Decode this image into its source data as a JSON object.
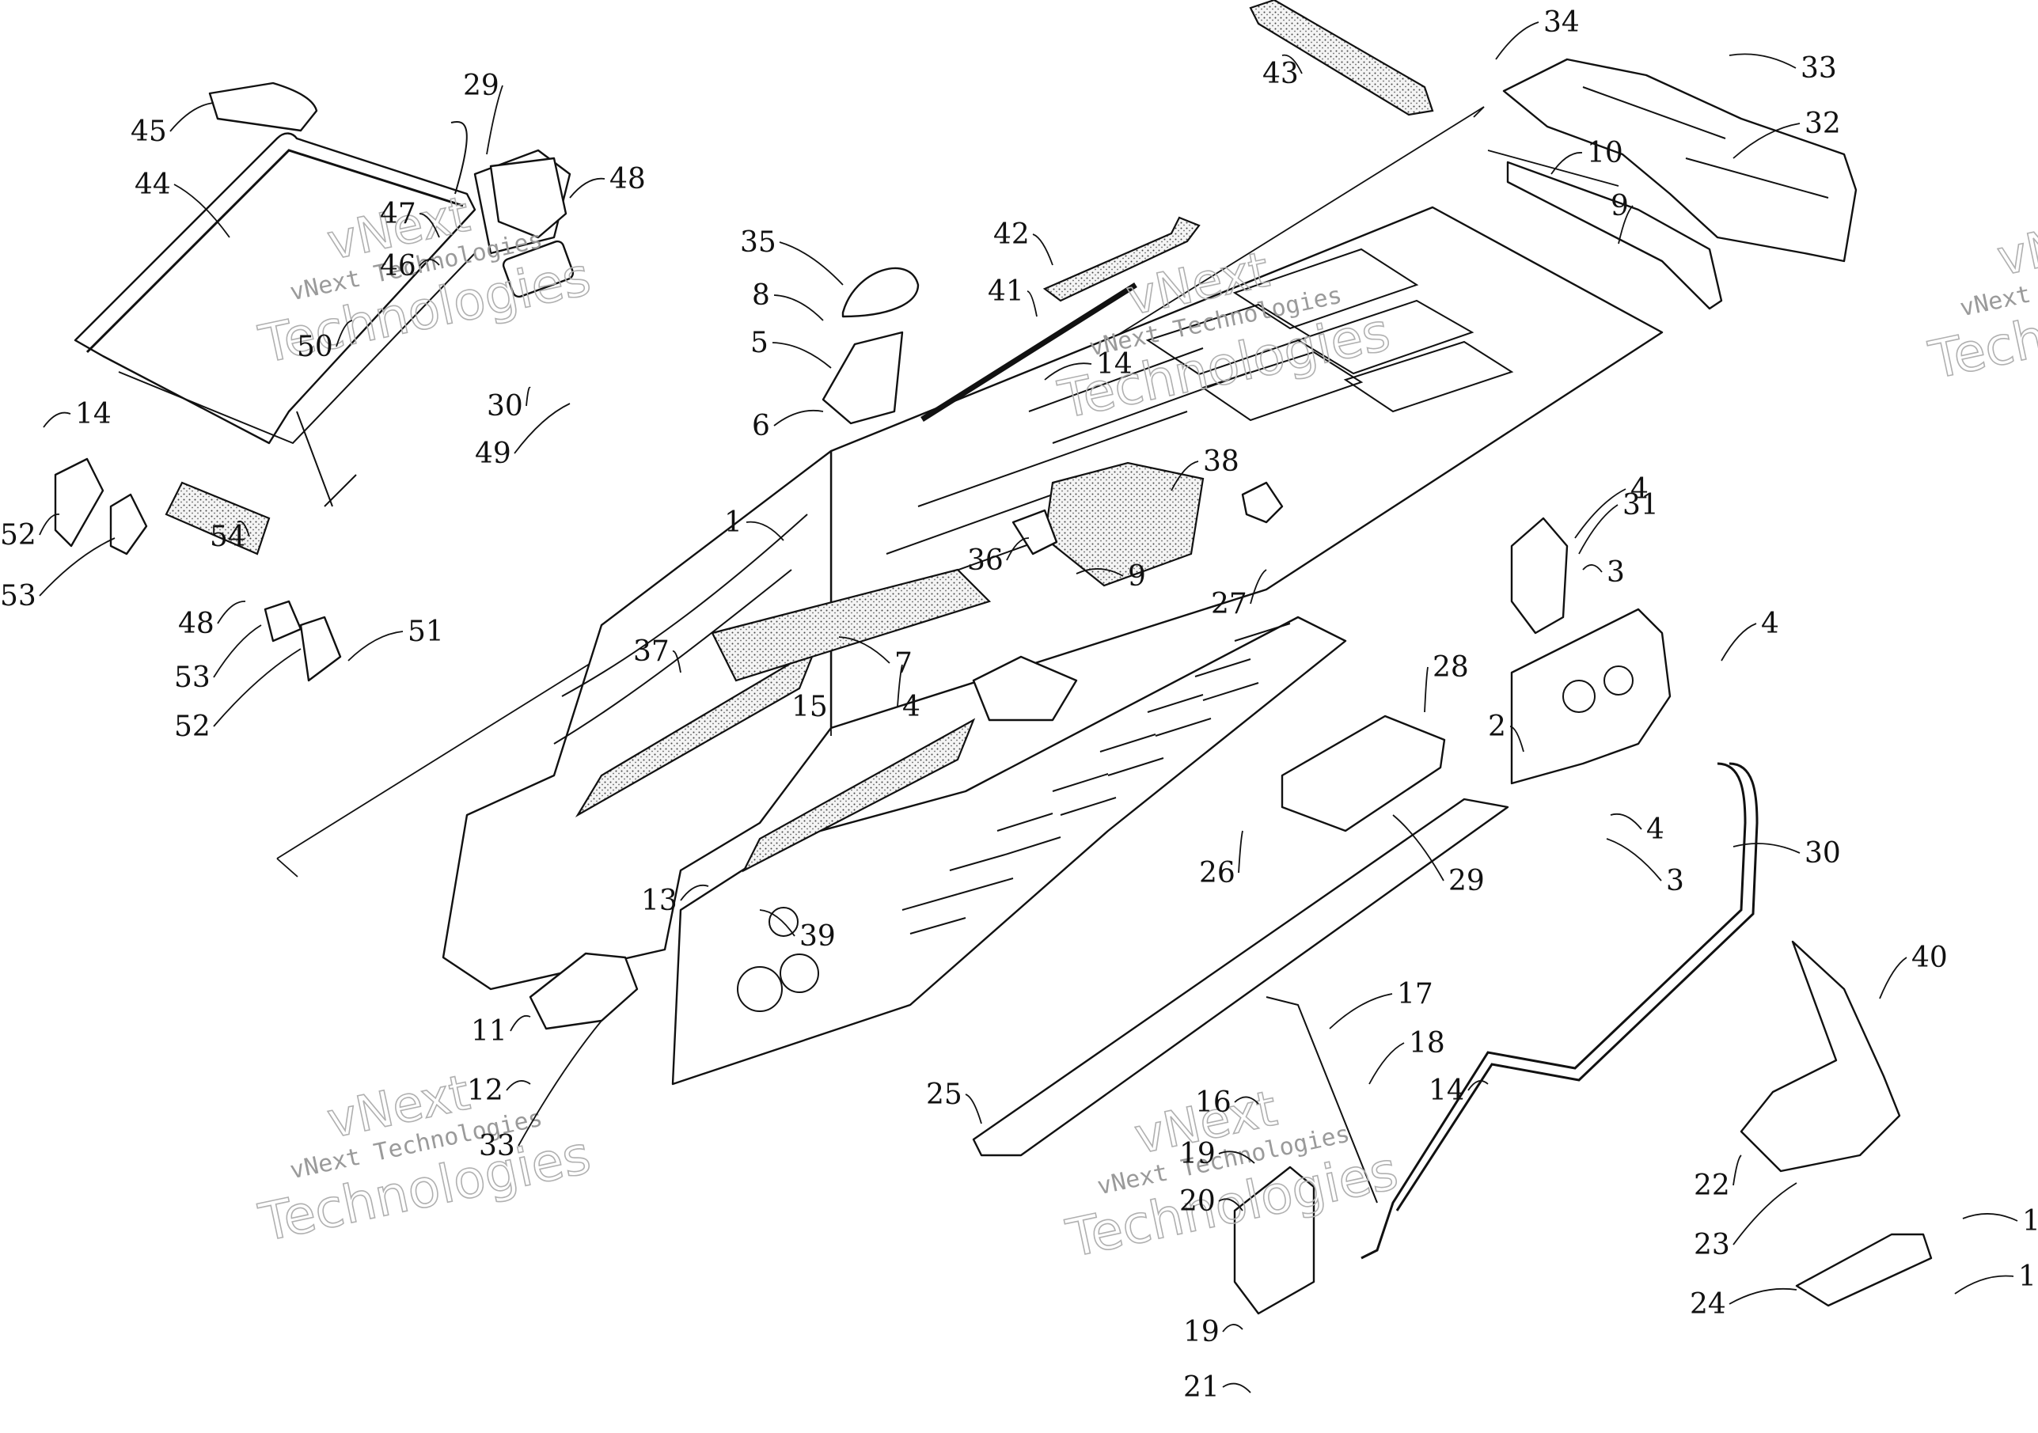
{
  "diagram": {
    "callouts": [
      {
        "label": "1"
      },
      {
        "label": "2"
      },
      {
        "label": "3"
      },
      {
        "label": "3"
      },
      {
        "label": "4"
      },
      {
        "label": "4"
      },
      {
        "label": "4"
      },
      {
        "label": "4"
      },
      {
        "label": "5"
      },
      {
        "label": "6"
      },
      {
        "label": "7"
      },
      {
        "label": "8"
      },
      {
        "label": "9"
      },
      {
        "label": "9"
      },
      {
        "label": "10"
      },
      {
        "label": "11"
      },
      {
        "label": "12"
      },
      {
        "label": "12"
      },
      {
        "label": "13"
      },
      {
        "label": "14"
      },
      {
        "label": "14"
      },
      {
        "label": "14"
      },
      {
        "label": "15"
      },
      {
        "label": "16"
      },
      {
        "label": "17"
      },
      {
        "label": "18"
      },
      {
        "label": "19"
      },
      {
        "label": "19"
      },
      {
        "label": "19"
      },
      {
        "label": "20"
      },
      {
        "label": "21"
      },
      {
        "label": "22"
      },
      {
        "label": "23"
      },
      {
        "label": "24"
      },
      {
        "label": "25"
      },
      {
        "label": "26"
      },
      {
        "label": "27"
      },
      {
        "label": "28"
      },
      {
        "label": "29"
      },
      {
        "label": "29"
      },
      {
        "label": "30"
      },
      {
        "label": "30"
      },
      {
        "label": "31"
      },
      {
        "label": "32"
      },
      {
        "label": "33"
      },
      {
        "label": "33"
      },
      {
        "label": "34"
      },
      {
        "label": "35"
      },
      {
        "label": "36"
      },
      {
        "label": "37"
      },
      {
        "label": "38"
      },
      {
        "label": "39"
      },
      {
        "label": "40"
      },
      {
        "label": "41"
      },
      {
        "label": "42"
      },
      {
        "label": "43"
      },
      {
        "label": "44"
      },
      {
        "label": "45"
      },
      {
        "label": "46"
      },
      {
        "label": "47"
      },
      {
        "label": "48"
      },
      {
        "label": "48"
      },
      {
        "label": "49"
      },
      {
        "label": "50"
      },
      {
        "label": "51"
      },
      {
        "label": "52"
      },
      {
        "label": "52"
      },
      {
        "label": "53"
      },
      {
        "label": "53"
      },
      {
        "label": "54"
      }
    ],
    "watermarks": [
      {
        "brand": "vNext",
        "line": "vNext Technologies",
        "word": "Technologies"
      },
      {
        "brand": "vNext",
        "line": "vNext Technologies",
        "word": "Technologies"
      },
      {
        "brand": "vNext",
        "line": "vNext Technologies",
        "word": "Technologies"
      },
      {
        "brand": "vNext",
        "line": "vNext Technologies",
        "word": "Technologies"
      },
      {
        "brand": "vNext",
        "line": "vNext Technologies",
        "word": "Technologies"
      }
    ]
  }
}
